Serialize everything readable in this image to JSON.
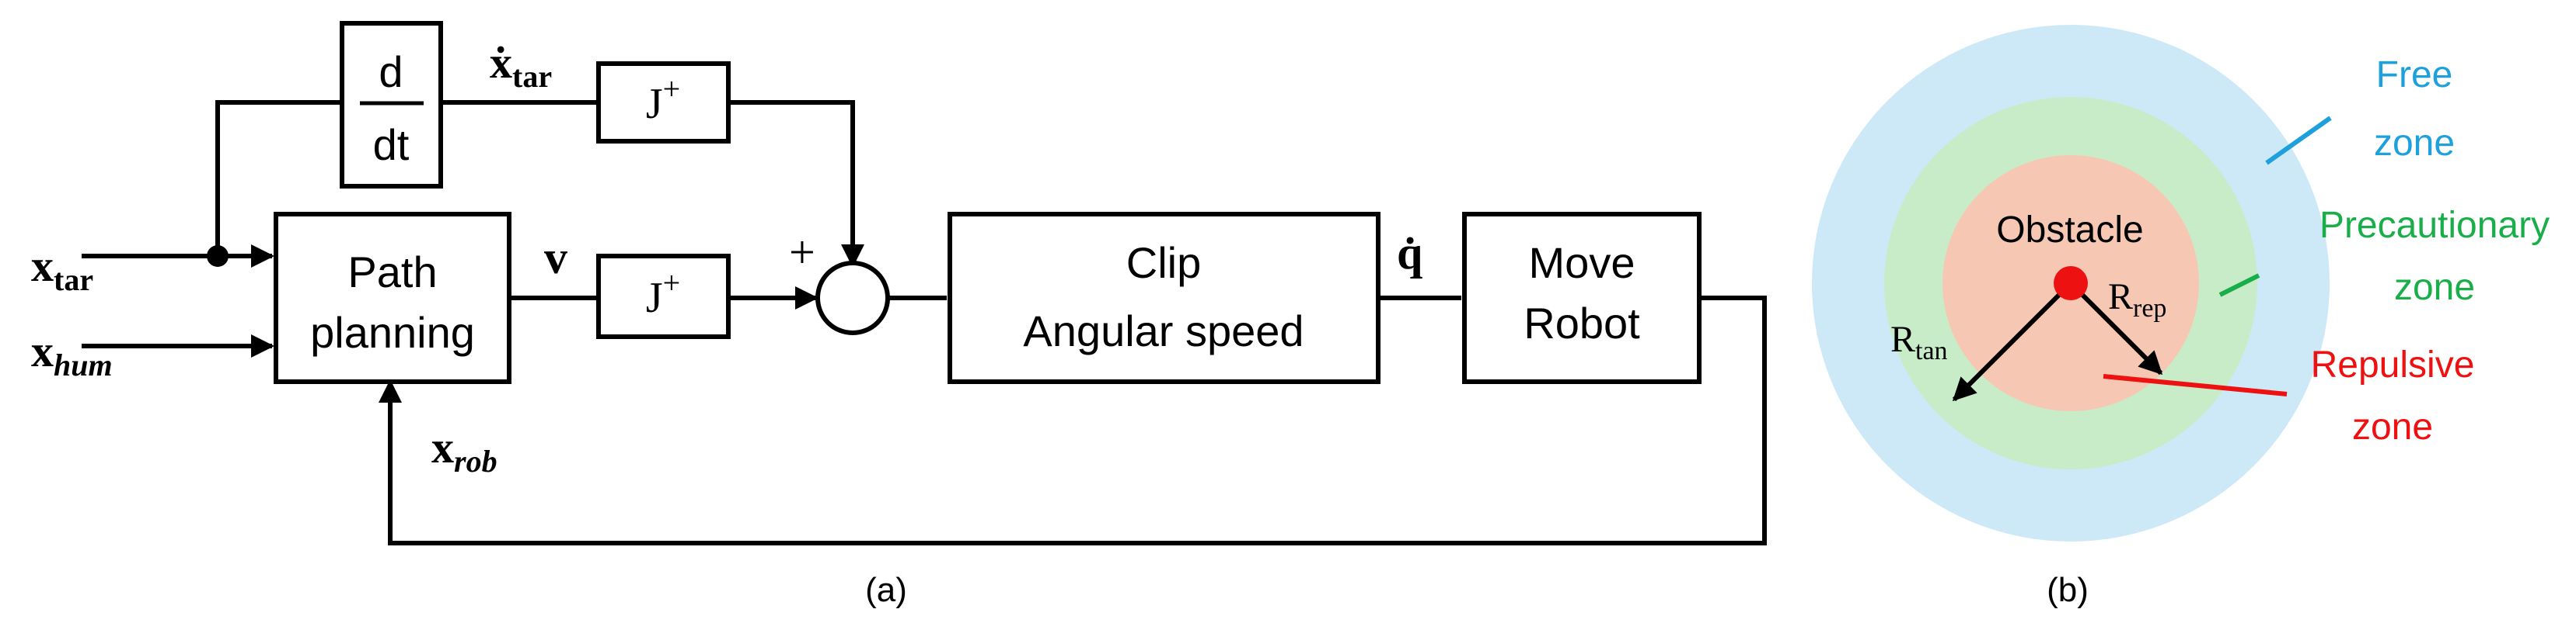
{
  "diagram_a": {
    "caption": "(a)",
    "blocks": {
      "derivative": {
        "numerator": "d",
        "denominator": "dt"
      },
      "jplus_top": {
        "base": "J",
        "sup": "+"
      },
      "path_planning": {
        "line1": "Path",
        "line2": "planning"
      },
      "jplus_mid": {
        "base": "J",
        "sup": "+"
      },
      "clip": {
        "line1": "Clip",
        "line2": "Angular speed"
      },
      "move_robot": {
        "line1": "Move",
        "line2": "Robot"
      }
    },
    "signals": {
      "x_tar": {
        "base": "x",
        "sub": "tar"
      },
      "x_hum": {
        "base": "x",
        "sub": "hum"
      },
      "x_rob": {
        "base": "x",
        "sub": "rob"
      },
      "xdot_tar": {
        "base": "ẋ",
        "sub": "tar"
      },
      "v": "v",
      "qdot": "q̇",
      "plus_sign": "+"
    }
  },
  "diagram_b": {
    "caption": "(b)",
    "center_label": "Obstacle",
    "r_tan": {
      "base": "R",
      "sub": "tan"
    },
    "r_rep": {
      "base": "R",
      "sub": "rep"
    },
    "zones": {
      "free": {
        "line1": "Free",
        "line2": "zone",
        "color": "#1ea0dc",
        "fill": "#cde9f7"
      },
      "precautionary": {
        "line1": "Precautionary",
        "line2": "zone",
        "color": "#1aae4a",
        "fill": "#c8ecc8"
      },
      "repulsive": {
        "line1": "Repulsive",
        "line2": "zone",
        "color": "#ee1111",
        "fill": "#f6c8b4"
      }
    },
    "obstacle_color": "#ee1111"
  }
}
